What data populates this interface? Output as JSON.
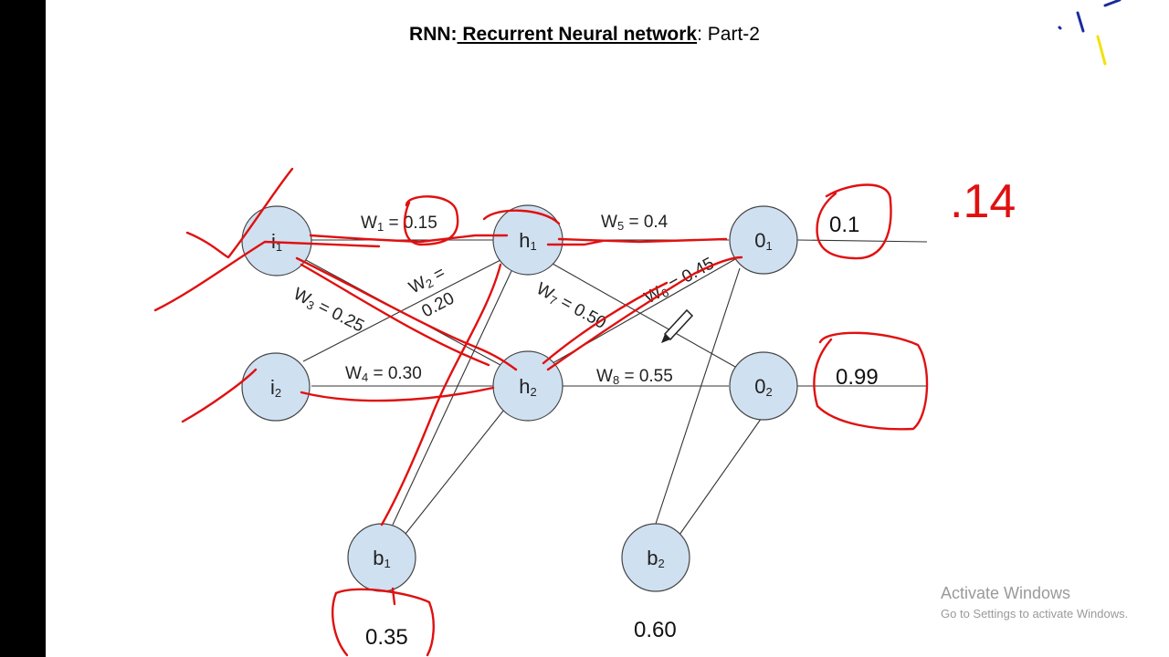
{
  "title": {
    "prefix": "RNN:",
    "main": " Recurrent Neural network",
    "suffix": ": Part-2"
  },
  "nodes": {
    "i1": {
      "letter": "i",
      "sub": "1"
    },
    "i2": {
      "letter": "i",
      "sub": "2"
    },
    "h1": {
      "letter": "h",
      "sub": "1"
    },
    "h2": {
      "letter": "h",
      "sub": "2"
    },
    "o1": {
      "letter": "0",
      "sub": "1"
    },
    "o2": {
      "letter": "0",
      "sub": "2"
    },
    "b1": {
      "letter": "b",
      "sub": "1"
    },
    "b2": {
      "letter": "b",
      "sub": "2"
    }
  },
  "weights": {
    "w1": {
      "name": "W",
      "sub": "1",
      "rest": " = 0.15"
    },
    "w2_line1": {
      "name": "W",
      "sub": "2",
      "rest": " ="
    },
    "w2_line2": "0.20",
    "w3": {
      "name": "W",
      "sub": "3",
      "rest": " = 0.25"
    },
    "w4": {
      "name": "W",
      "sub": "4",
      "rest": " = 0.30"
    },
    "w5": {
      "name": "W",
      "sub": "5",
      "rest": " = 0.4"
    },
    "w6": {
      "name": "W",
      "sub": "6",
      "rest": " = 0.45"
    },
    "w7": {
      "name": "W",
      "sub": "7",
      "rest": " = 0.50"
    },
    "w8": {
      "name": "W",
      "sub": "8",
      "rest": " = 0.55"
    }
  },
  "values": {
    "target_o1": "0.1",
    "target_o2": "0.99",
    "bias_b1": "0.35",
    "bias_b2": "0.60"
  },
  "annotation": ".14",
  "watermark": {
    "line1": "Activate Windows",
    "line2": "Go to Settings to activate Windows."
  },
  "colors": {
    "node_fill": "#cfe0f1",
    "ink_red": "#e01010"
  }
}
